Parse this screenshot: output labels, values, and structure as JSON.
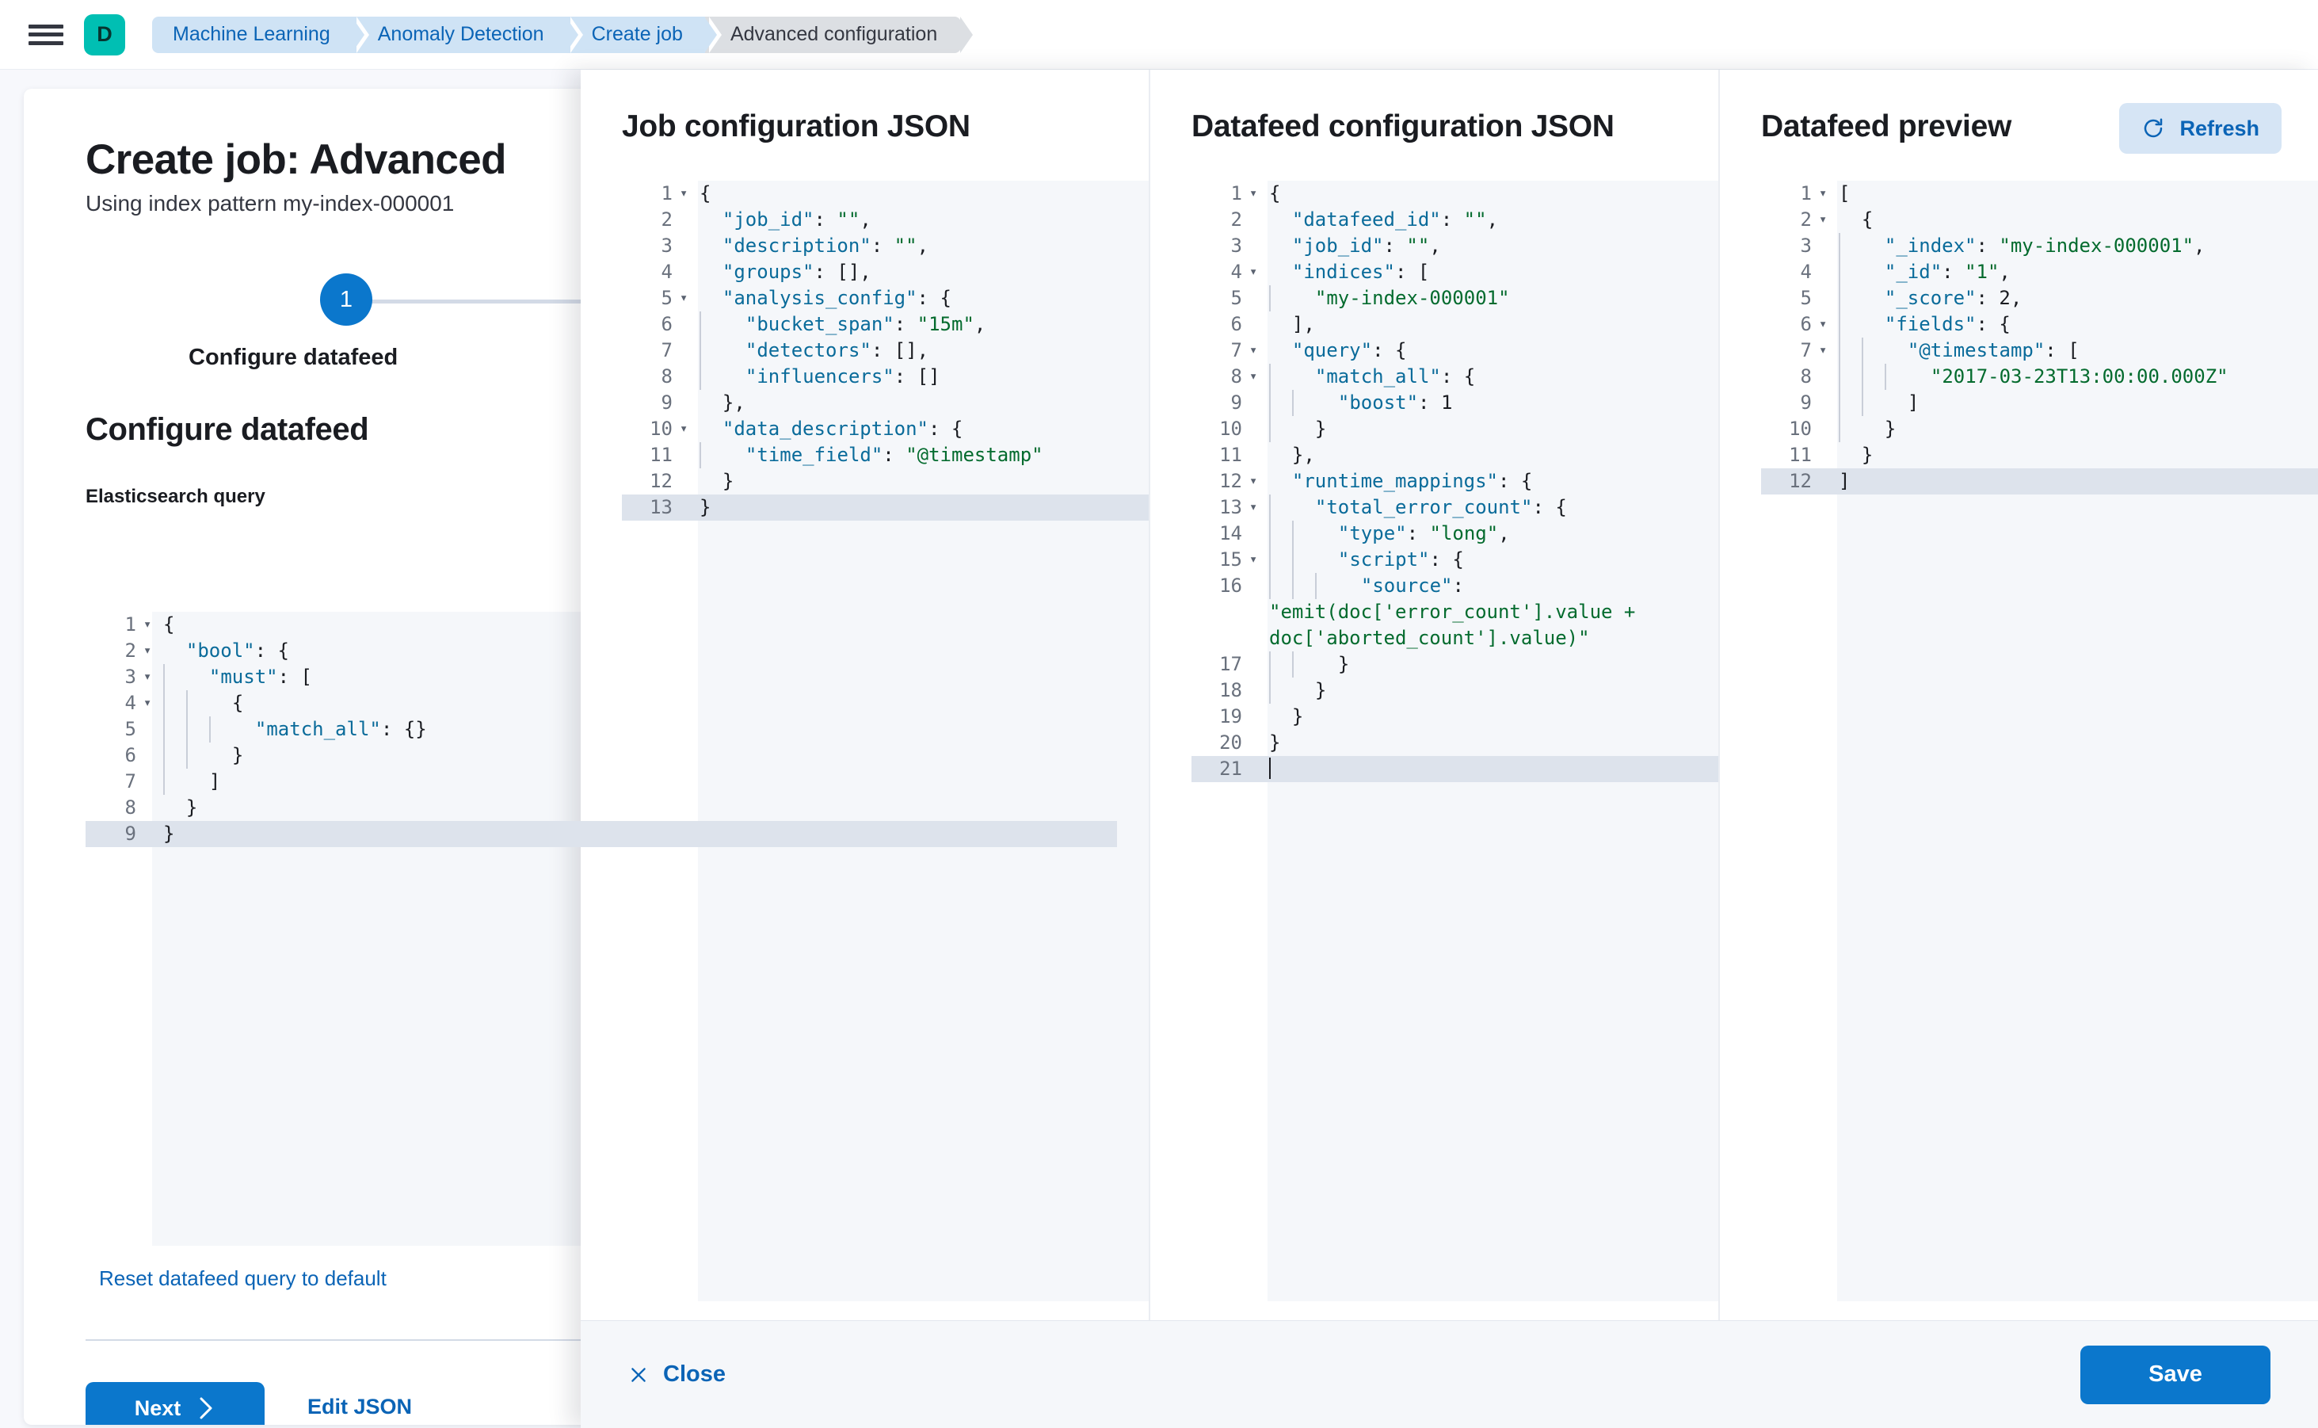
{
  "header": {
    "menu_icon": "hamburger-menu-icon",
    "logo_letter": "D",
    "breadcrumbs": [
      {
        "label": "Machine Learning",
        "active": false
      },
      {
        "label": "Anomaly Detection",
        "active": false
      },
      {
        "label": "Create job",
        "active": false
      },
      {
        "label": "Advanced configuration",
        "active": true
      }
    ]
  },
  "page": {
    "title": "Create job: Advanced",
    "subtitle": "Using index pattern my-index-000001",
    "step_number": "1",
    "step_label": "Configure datafeed",
    "section_title": "Configure datafeed",
    "field_label": "Elasticsearch query",
    "reset_link": "Reset datafeed query to default",
    "next_label": "Next",
    "next_icon": "chevron-right-icon",
    "edit_json_label": "Edit JSON"
  },
  "es_query_editor": {
    "lines": [
      {
        "n": "1",
        "fold": true,
        "indent": 0,
        "active": false,
        "tokens": [
          {
            "t": "{",
            "c": "n"
          }
        ]
      },
      {
        "n": "2",
        "fold": true,
        "indent": 0,
        "active": false,
        "tokens": [
          {
            "t": "  \"bool\"",
            "c": "k"
          },
          {
            "t": ": {",
            "c": "n"
          }
        ]
      },
      {
        "n": "3",
        "fold": true,
        "indent": 1,
        "active": false,
        "tokens": [
          {
            "t": "  \"must\"",
            "c": "k"
          },
          {
            "t": ": [",
            "c": "n"
          }
        ]
      },
      {
        "n": "4",
        "fold": true,
        "indent": 2,
        "active": false,
        "tokens": [
          {
            "t": "  {",
            "c": "n"
          }
        ]
      },
      {
        "n": "5",
        "fold": false,
        "indent": 3,
        "active": false,
        "tokens": [
          {
            "t": "  \"match_all\"",
            "c": "k"
          },
          {
            "t": ": {}",
            "c": "n"
          }
        ]
      },
      {
        "n": "6",
        "fold": false,
        "indent": 2,
        "active": false,
        "tokens": [
          {
            "t": "  }",
            "c": "n"
          }
        ]
      },
      {
        "n": "7",
        "fold": false,
        "indent": 1,
        "active": false,
        "tokens": [
          {
            "t": "  ]",
            "c": "n"
          }
        ]
      },
      {
        "n": "8",
        "fold": false,
        "indent": 0,
        "active": false,
        "tokens": [
          {
            "t": "  }",
            "c": "n"
          }
        ]
      },
      {
        "n": "9",
        "fold": false,
        "indent": 0,
        "active": true,
        "tokens": [
          {
            "t": "}",
            "c": "n"
          }
        ]
      }
    ]
  },
  "flyout": {
    "columns": [
      {
        "title": "Job configuration JSON"
      },
      {
        "title": "Datafeed configuration JSON"
      },
      {
        "title": "Datafeed preview"
      }
    ],
    "refresh_label": "Refresh",
    "refresh_icon": "refresh-icon",
    "close_label": "Close",
    "close_icon": "close-x-icon",
    "save_label": "Save"
  },
  "job_config_editor": {
    "lines": [
      {
        "n": "1",
        "fold": true,
        "indent": 0,
        "active": false,
        "tokens": [
          {
            "t": "{",
            "c": "n"
          }
        ]
      },
      {
        "n": "2",
        "fold": false,
        "indent": 0,
        "active": false,
        "tokens": [
          {
            "t": "  \"job_id\"",
            "c": "k"
          },
          {
            "t": ": ",
            "c": "n"
          },
          {
            "t": "\"\"",
            "c": "s"
          },
          {
            "t": ",",
            "c": "n"
          }
        ]
      },
      {
        "n": "3",
        "fold": false,
        "indent": 0,
        "active": false,
        "tokens": [
          {
            "t": "  \"description\"",
            "c": "k"
          },
          {
            "t": ": ",
            "c": "n"
          },
          {
            "t": "\"\"",
            "c": "s"
          },
          {
            "t": ",",
            "c": "n"
          }
        ]
      },
      {
        "n": "4",
        "fold": false,
        "indent": 0,
        "active": false,
        "tokens": [
          {
            "t": "  \"groups\"",
            "c": "k"
          },
          {
            "t": ": [],",
            "c": "n"
          }
        ]
      },
      {
        "n": "5",
        "fold": true,
        "indent": 0,
        "active": false,
        "tokens": [
          {
            "t": "  \"analysis_config\"",
            "c": "k"
          },
          {
            "t": ": {",
            "c": "n"
          }
        ]
      },
      {
        "n": "6",
        "fold": false,
        "indent": 1,
        "active": false,
        "tokens": [
          {
            "t": "  \"bucket_span\"",
            "c": "k"
          },
          {
            "t": ": ",
            "c": "n"
          },
          {
            "t": "\"15m\"",
            "c": "s"
          },
          {
            "t": ",",
            "c": "n"
          }
        ]
      },
      {
        "n": "7",
        "fold": false,
        "indent": 1,
        "active": false,
        "tokens": [
          {
            "t": "  \"detectors\"",
            "c": "k"
          },
          {
            "t": ": [],",
            "c": "n"
          }
        ]
      },
      {
        "n": "8",
        "fold": false,
        "indent": 1,
        "active": false,
        "tokens": [
          {
            "t": "  \"influencers\"",
            "c": "k"
          },
          {
            "t": ": []",
            "c": "n"
          }
        ]
      },
      {
        "n": "9",
        "fold": false,
        "indent": 0,
        "active": false,
        "tokens": [
          {
            "t": "  },",
            "c": "n"
          }
        ]
      },
      {
        "n": "10",
        "fold": true,
        "indent": 0,
        "active": false,
        "tokens": [
          {
            "t": "  \"data_description\"",
            "c": "k"
          },
          {
            "t": ": {",
            "c": "n"
          }
        ]
      },
      {
        "n": "11",
        "fold": false,
        "indent": 1,
        "active": false,
        "tokens": [
          {
            "t": "  \"time_field\"",
            "c": "k"
          },
          {
            "t": ": ",
            "c": "n"
          },
          {
            "t": "\"@timestamp\"",
            "c": "s"
          }
        ]
      },
      {
        "n": "12",
        "fold": false,
        "indent": 0,
        "active": false,
        "tokens": [
          {
            "t": "  }",
            "c": "n"
          }
        ]
      },
      {
        "n": "13",
        "fold": false,
        "indent": 0,
        "active": true,
        "tokens": [
          {
            "t": "}",
            "c": "n"
          }
        ]
      }
    ]
  },
  "datafeed_config_editor": {
    "lines": [
      {
        "n": "1",
        "fold": true,
        "indent": 0,
        "active": false,
        "tokens": [
          {
            "t": "{",
            "c": "n"
          }
        ]
      },
      {
        "n": "2",
        "fold": false,
        "indent": 0,
        "active": false,
        "tokens": [
          {
            "t": "  \"datafeed_id\"",
            "c": "k"
          },
          {
            "t": ": ",
            "c": "n"
          },
          {
            "t": "\"\"",
            "c": "s"
          },
          {
            "t": ",",
            "c": "n"
          }
        ]
      },
      {
        "n": "3",
        "fold": false,
        "indent": 0,
        "active": false,
        "tokens": [
          {
            "t": "  \"job_id\"",
            "c": "k"
          },
          {
            "t": ": ",
            "c": "n"
          },
          {
            "t": "\"\"",
            "c": "s"
          },
          {
            "t": ",",
            "c": "n"
          }
        ]
      },
      {
        "n": "4",
        "fold": true,
        "indent": 0,
        "active": false,
        "tokens": [
          {
            "t": "  \"indices\"",
            "c": "k"
          },
          {
            "t": ": [",
            "c": "n"
          }
        ]
      },
      {
        "n": "5",
        "fold": false,
        "indent": 1,
        "active": false,
        "tokens": [
          {
            "t": "  ",
            "c": "n"
          },
          {
            "t": "\"my-index-000001\"",
            "c": "s"
          }
        ]
      },
      {
        "n": "6",
        "fold": false,
        "indent": 0,
        "active": false,
        "tokens": [
          {
            "t": "  ],",
            "c": "n"
          }
        ]
      },
      {
        "n": "7",
        "fold": true,
        "indent": 0,
        "active": false,
        "tokens": [
          {
            "t": "  \"query\"",
            "c": "k"
          },
          {
            "t": ": {",
            "c": "n"
          }
        ]
      },
      {
        "n": "8",
        "fold": true,
        "indent": 1,
        "active": false,
        "tokens": [
          {
            "t": "  \"match_all\"",
            "c": "k"
          },
          {
            "t": ": {",
            "c": "n"
          }
        ]
      },
      {
        "n": "9",
        "fold": false,
        "indent": 2,
        "active": false,
        "tokens": [
          {
            "t": "  \"boost\"",
            "c": "k"
          },
          {
            "t": ": ",
            "c": "n"
          },
          {
            "t": "1",
            "c": "n"
          }
        ]
      },
      {
        "n": "10",
        "fold": false,
        "indent": 1,
        "active": false,
        "tokens": [
          {
            "t": "  }",
            "c": "n"
          }
        ]
      },
      {
        "n": "11",
        "fold": false,
        "indent": 0,
        "active": false,
        "tokens": [
          {
            "t": "  },",
            "c": "n"
          }
        ]
      },
      {
        "n": "12",
        "fold": true,
        "indent": 0,
        "active": false,
        "tokens": [
          {
            "t": "  \"runtime_mappings\"",
            "c": "k"
          },
          {
            "t": ": {",
            "c": "n"
          }
        ]
      },
      {
        "n": "13",
        "fold": true,
        "indent": 1,
        "active": false,
        "tokens": [
          {
            "t": "  \"total_error_count\"",
            "c": "k"
          },
          {
            "t": ": {",
            "c": "n"
          }
        ]
      },
      {
        "n": "14",
        "fold": false,
        "indent": 2,
        "active": false,
        "tokens": [
          {
            "t": "  \"type\"",
            "c": "k"
          },
          {
            "t": ": ",
            "c": "n"
          },
          {
            "t": "\"long\"",
            "c": "s"
          },
          {
            "t": ",",
            "c": "n"
          }
        ]
      },
      {
        "n": "15",
        "fold": true,
        "indent": 2,
        "active": false,
        "tokens": [
          {
            "t": "  \"script\"",
            "c": "k"
          },
          {
            "t": ": {",
            "c": "n"
          }
        ]
      },
      {
        "n": "16",
        "fold": false,
        "indent": 3,
        "active": false,
        "wrap": true,
        "tokens": [
          {
            "t": "  \"source\"",
            "c": "k"
          },
          {
            "t": ": ",
            "c": "n"
          },
          {
            "t": "\"emit(doc['error_count'].value + doc['aborted_count'].value)\"",
            "c": "s"
          }
        ]
      },
      {
        "n": "17",
        "fold": false,
        "indent": 2,
        "active": false,
        "tokens": [
          {
            "t": "  }",
            "c": "n"
          }
        ]
      },
      {
        "n": "18",
        "fold": false,
        "indent": 1,
        "active": false,
        "tokens": [
          {
            "t": "  }",
            "c": "n"
          }
        ]
      },
      {
        "n": "19",
        "fold": false,
        "indent": 0,
        "active": false,
        "tokens": [
          {
            "t": "  }",
            "c": "n"
          }
        ]
      },
      {
        "n": "20",
        "fold": false,
        "indent": 0,
        "active": false,
        "tokens": [
          {
            "t": "}",
            "c": "n"
          }
        ]
      },
      {
        "n": "21",
        "fold": false,
        "indent": 0,
        "active": true,
        "caret": true,
        "tokens": []
      }
    ]
  },
  "datafeed_preview_editor": {
    "lines": [
      {
        "n": "1",
        "fold": true,
        "indent": 0,
        "active": false,
        "tokens": [
          {
            "t": "[",
            "c": "n"
          }
        ]
      },
      {
        "n": "2",
        "fold": true,
        "indent": 0,
        "active": false,
        "tokens": [
          {
            "t": "  {",
            "c": "n"
          }
        ]
      },
      {
        "n": "3",
        "fold": false,
        "indent": 1,
        "active": false,
        "tokens": [
          {
            "t": "  \"_index\"",
            "c": "k"
          },
          {
            "t": ": ",
            "c": "n"
          },
          {
            "t": "\"my-index-000001\"",
            "c": "s"
          },
          {
            "t": ",",
            "c": "n"
          }
        ]
      },
      {
        "n": "4",
        "fold": false,
        "indent": 1,
        "active": false,
        "tokens": [
          {
            "t": "  \"_id\"",
            "c": "k"
          },
          {
            "t": ": ",
            "c": "n"
          },
          {
            "t": "\"1\"",
            "c": "s"
          },
          {
            "t": ",",
            "c": "n"
          }
        ]
      },
      {
        "n": "5",
        "fold": false,
        "indent": 1,
        "active": false,
        "tokens": [
          {
            "t": "  \"_score\"",
            "c": "k"
          },
          {
            "t": ": ",
            "c": "n"
          },
          {
            "t": "2",
            "c": "n"
          },
          {
            "t": ",",
            "c": "n"
          }
        ]
      },
      {
        "n": "6",
        "fold": true,
        "indent": 1,
        "active": false,
        "tokens": [
          {
            "t": "  \"fields\"",
            "c": "k"
          },
          {
            "t": ": {",
            "c": "n"
          }
        ]
      },
      {
        "n": "7",
        "fold": true,
        "indent": 2,
        "active": false,
        "tokens": [
          {
            "t": "  \"@timestamp\"",
            "c": "k"
          },
          {
            "t": ": [",
            "c": "n"
          }
        ]
      },
      {
        "n": "8",
        "fold": false,
        "indent": 3,
        "active": false,
        "tokens": [
          {
            "t": "  ",
            "c": "n"
          },
          {
            "t": "\"2017-03-23T13:00:00.000Z\"",
            "c": "s"
          }
        ]
      },
      {
        "n": "9",
        "fold": false,
        "indent": 2,
        "active": false,
        "tokens": [
          {
            "t": "  ]",
            "c": "n"
          }
        ]
      },
      {
        "n": "10",
        "fold": false,
        "indent": 1,
        "active": false,
        "tokens": [
          {
            "t": "  }",
            "c": "n"
          }
        ]
      },
      {
        "n": "11",
        "fold": false,
        "indent": 0,
        "active": false,
        "tokens": [
          {
            "t": "  }",
            "c": "n"
          }
        ]
      },
      {
        "n": "12",
        "fold": false,
        "indent": 0,
        "active": true,
        "tokens": [
          {
            "t": "]",
            "c": "n"
          }
        ]
      }
    ]
  },
  "colors": {
    "accent_blue": "#0b77cc",
    "link_blue": "#0b64b6",
    "brand_teal": "#00bfb3",
    "crumb_bg": "#cfe3f5",
    "crumb_active_bg": "#dcdfe3",
    "string_green": "#046b2e",
    "key_blue": "#0a6b9a",
    "editor_bg": "#f5f7fa",
    "active_line": "#dde3ec"
  }
}
